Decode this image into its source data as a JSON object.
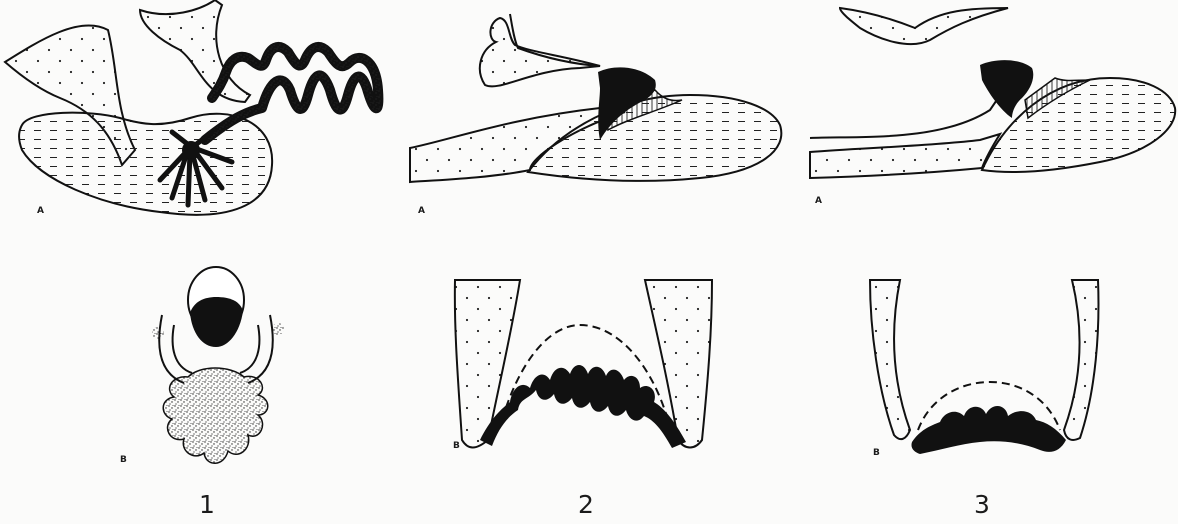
{
  "labels": {
    "a1": "A",
    "a2": "A",
    "a3": "A",
    "b1": "B",
    "b2": "B",
    "b3": "B"
  },
  "numbers": {
    "n1": "1",
    "n2": "2",
    "n3": "3"
  },
  "colors": {
    "ink": "#1b1b1b",
    "paper": "#fbfbfa"
  }
}
